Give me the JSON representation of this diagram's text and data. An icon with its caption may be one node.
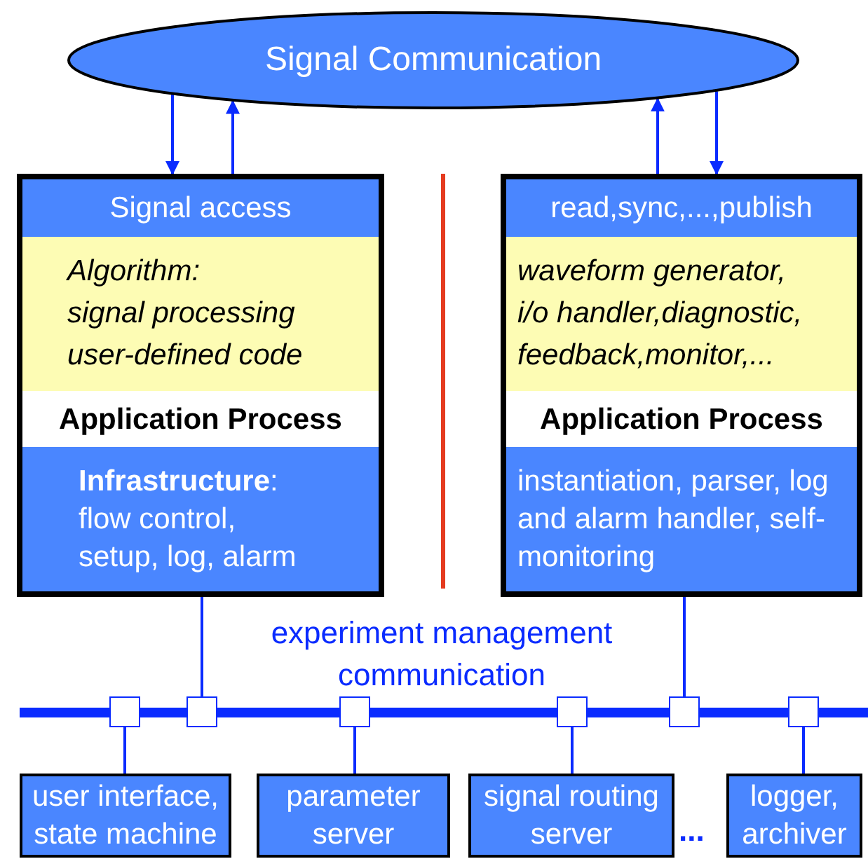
{
  "diagram": {
    "nodes": [
      {
        "text": [
          "Signal Communication"
        ]
      },
      {
        "text": [],
        "shape": "box"
      },
      {
        "text": [
          "Signal access"
        ],
        "in": 1
      },
      {
        "text": [
          "Algorithm:",
          "signal processing user-defined code"
        ],
        "in": 1
      },
      {
        "text": [
          "Application Process"
        ],
        "in": 1
      },
      {
        "text": [
          "**Infrastructure**:",
          "flow control, setup, log, alarm"
        ],
        "in": 1
      },
      {
        "text": [],
        "shape": "box"
      },
      {
        "text": [
          "read,sync,...,publish"
        ],
        "in": 6
      },
      {
        "text": [
          "waveform generator, i/o handler,diagnostic, feedback,monitor,..."
        ],
        "in": 6
      },
      {
        "text": [
          "Application Process"
        ],
        "in": 6
      },
      {
        "text": [
          "instantiation, parser, log and alarm handler, self-monitoring"
        ],
        "in": 6
      },
      {
        "text": [],
        "shape": "bar",
        "beside": [
          "experiment management communication"
        ]
      },
      {
        "text": [],
        "shape": "box"
      },
      {
        "text": [],
        "shape": "box"
      },
      {
        "text": [],
        "shape": "box"
      },
      {
        "text": [],
        "shape": "box"
      },
      {
        "text": [],
        "shape": "box"
      },
      {
        "text": [],
        "shape": "box"
      },
      {
        "text": [
          "user interface, state machine"
        ]
      },
      {
        "text": [
          "parameter server"
        ]
      },
      {
        "text": [
          "signal routing server"
        ]
      },
      {
        "text": [
          "logger, archiver"
        ]
      }
    ],
    "edges": [
      {
        "from": 0,
        "to": 1,
        "arrow": "to"
      },
      {
        "from": 1,
        "to": 0,
        "arrow": "to"
      },
      {
        "from": 6,
        "to": 0,
        "arrow": "to"
      },
      {
        "from": 0,
        "to": 6,
        "arrow": "to"
      },
      {
        "from": 1,
        "to": 13,
        "arrow": "none"
      },
      {
        "from": 6,
        "to": 16,
        "arrow": "none"
      },
      {
        "from": 12,
        "to": 18,
        "arrow": "none"
      },
      {
        "from": 14,
        "to": 19,
        "arrow": "none"
      },
      {
        "from": 15,
        "to": 20,
        "arrow": "none"
      },
      {
        "from": 17,
        "to": 21,
        "arrow": "none"
      }
    ],
    "labels": [
      "..."
    ]
  }
}
